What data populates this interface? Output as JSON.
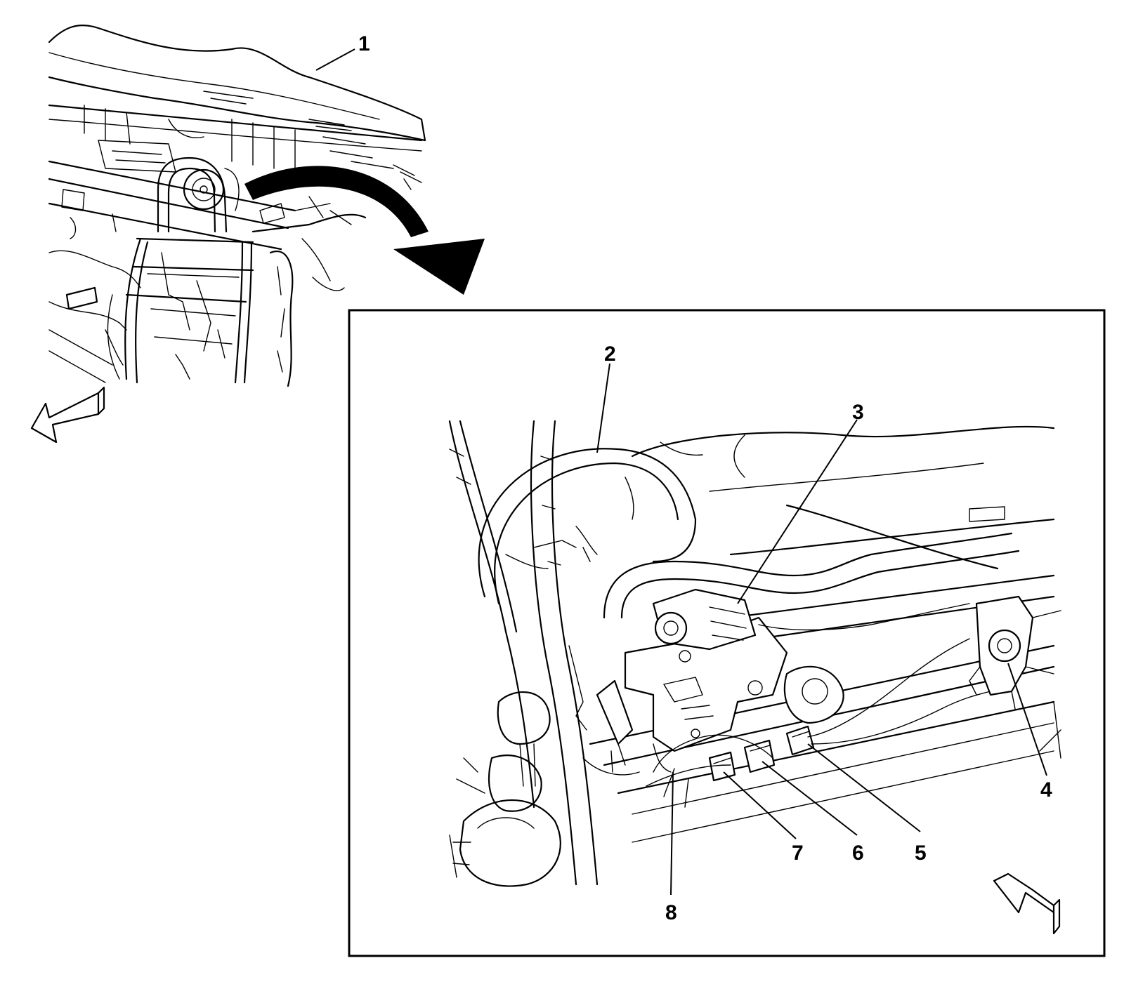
{
  "callouts": {
    "c1": "1",
    "c2": "2",
    "c3": "3",
    "c4": "4",
    "c5": "5",
    "c6": "6",
    "c7": "7",
    "c8": "8"
  },
  "colors": {
    "ink": "#000000",
    "paper": "#ffffff"
  },
  "icons": {
    "zoom_arrow": "curved-arrow-icon",
    "front_arrow_overview": "direction-arrow-icon",
    "front_arrow_detail": "direction-arrow-icon"
  }
}
